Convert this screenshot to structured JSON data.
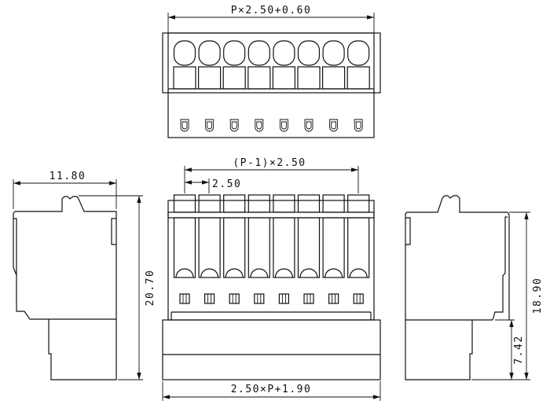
{
  "drawing": {
    "pole_count": 8,
    "top_view": {
      "width_dim": "P×2.50+0.60"
    },
    "front_view": {
      "span_dim": "(P-1)×2.50",
      "pitch_dim": "2.50",
      "base_dim": "2.50×P+1.90"
    },
    "left_view": {
      "depth_dim": "11.80",
      "height_dim": "20.70"
    },
    "right_view": {
      "height_dim": "18.90",
      "lower_dim": "7.42"
    }
  }
}
